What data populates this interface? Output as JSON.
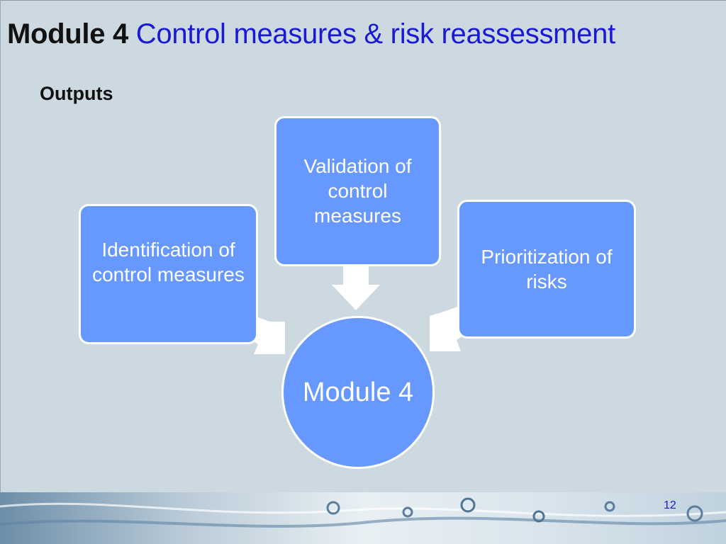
{
  "slide": {
    "title_bold": "Module 4",
    "title_rest": "Control measures & risk reassessment",
    "subtitle": "Outputs",
    "page_number": "12"
  },
  "diagram": {
    "nodes": {
      "left": "Identification of control measures",
      "top": "Validation of control measures",
      "right": "Prioritization of risks",
      "center": "Module 4"
    }
  },
  "colors": {
    "node_fill": "#6698ff",
    "node_border": "#ffffff",
    "title_accent": "#1a1ad6",
    "background": "#cdd9e1"
  }
}
